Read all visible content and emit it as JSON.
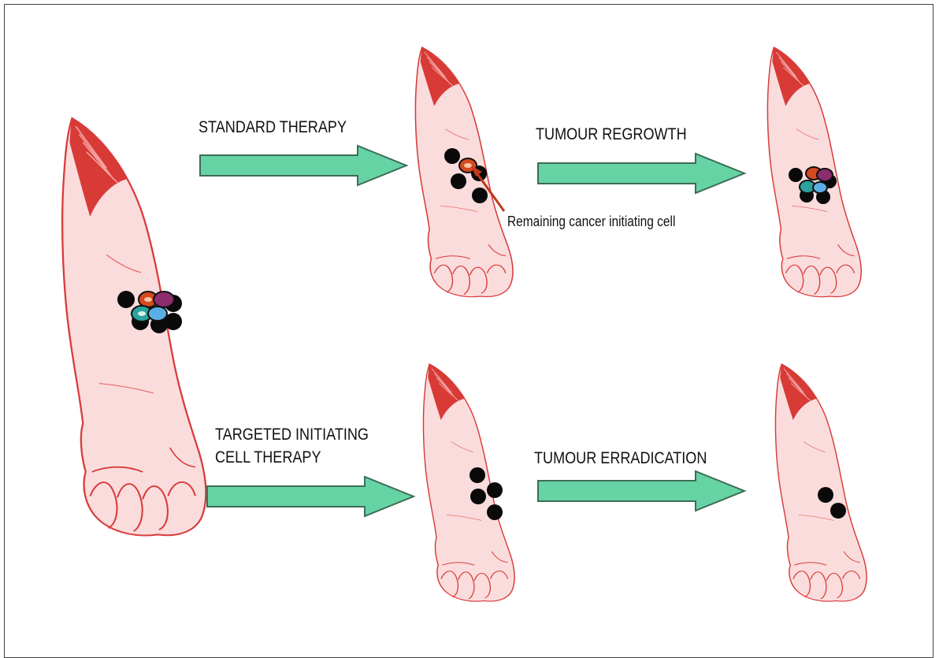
{
  "diagram": {
    "labels": {
      "standard_therapy": "STANDARD THERAPY",
      "tumour_regrowth": "TUMOUR REGROWTH",
      "remaining_cell": "Remaining cancer initiating cell",
      "targeted_line1": "TARGETED INITIATING",
      "targeted_line2": "CELL THERAPY",
      "tumour_erradication": "TUMOUR ERRADICATION"
    },
    "colors": {
      "skin": "#fbdcdc",
      "outline": "#d83c3c",
      "muscle": "#d83a35",
      "arrow_fill": "#66d3a4",
      "arrow_stroke": "#3d6d58",
      "cell_black": "#0a0a0a",
      "pointer": "#c0391e"
    },
    "cell_colors": [
      "#d54a1f",
      "#8c2d6e",
      "#2aa39c",
      "#5aaee3"
    ]
  }
}
